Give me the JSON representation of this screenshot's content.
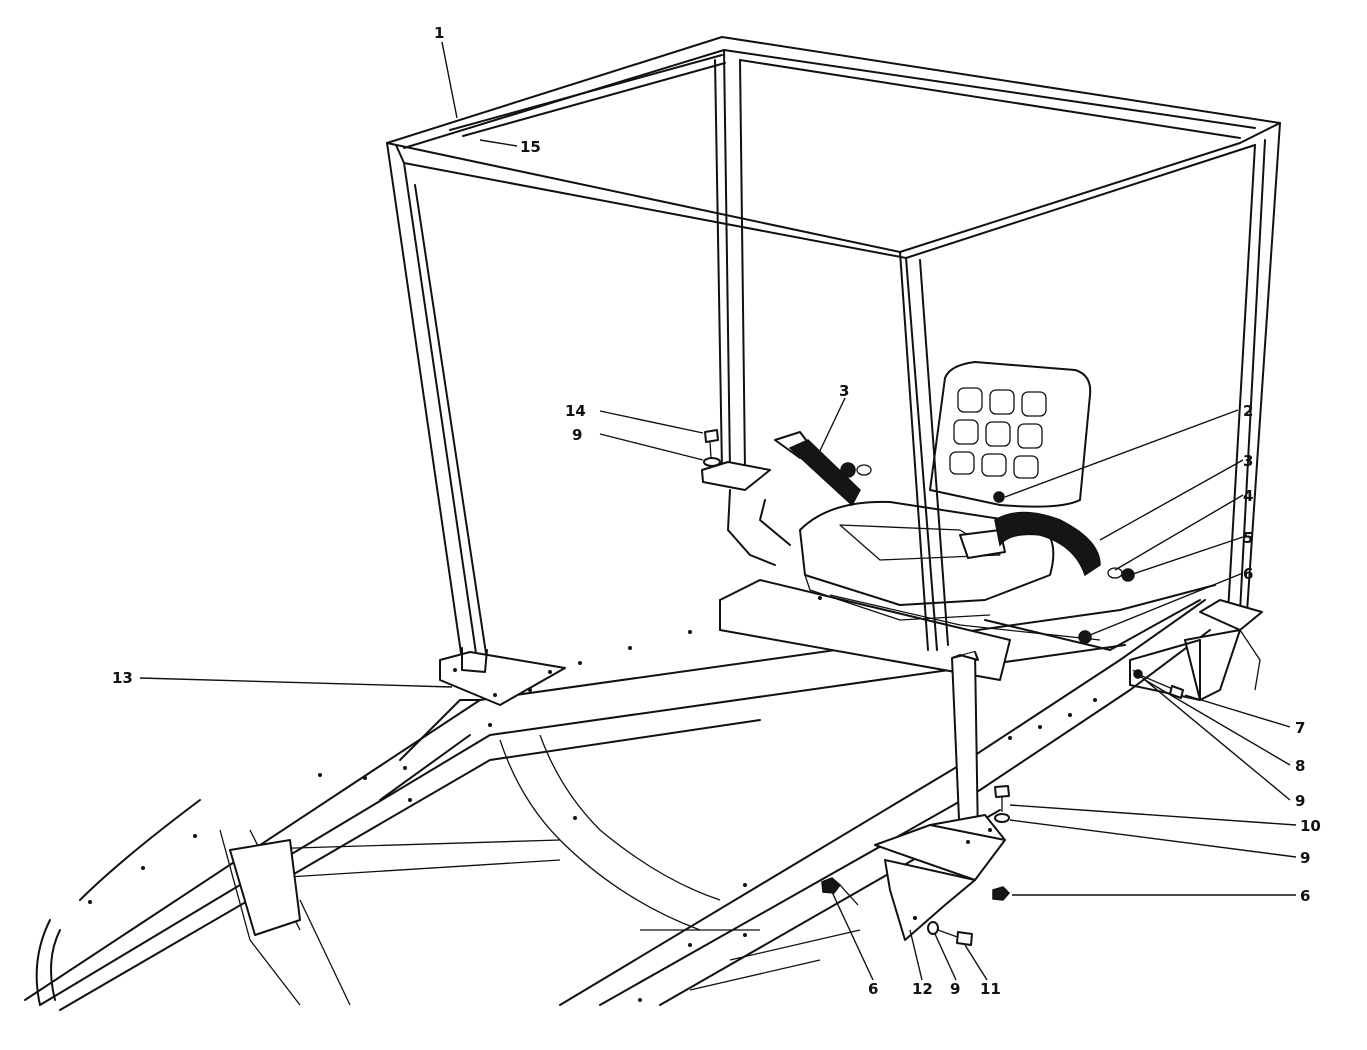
{
  "diagram": {
    "callouts": [
      {
        "id": "c1",
        "label": "1"
      },
      {
        "id": "c15",
        "label": "15"
      },
      {
        "id": "c14",
        "label": "14"
      },
      {
        "id": "c9a",
        "label": "9"
      },
      {
        "id": "c3a",
        "label": "3"
      },
      {
        "id": "c2",
        "label": "2"
      },
      {
        "id": "c3b",
        "label": "3"
      },
      {
        "id": "c4",
        "label": "4"
      },
      {
        "id": "c5",
        "label": "5"
      },
      {
        "id": "c6a",
        "label": "6"
      },
      {
        "id": "c13",
        "label": "13"
      },
      {
        "id": "c7",
        "label": "7"
      },
      {
        "id": "c8",
        "label": "8"
      },
      {
        "id": "c9b",
        "label": "9"
      },
      {
        "id": "c10",
        "label": "10"
      },
      {
        "id": "c9c",
        "label": "9"
      },
      {
        "id": "c6b",
        "label": "6"
      },
      {
        "id": "c6c",
        "label": "6"
      },
      {
        "id": "c12",
        "label": "12"
      },
      {
        "id": "c9d",
        "label": "9"
      },
      {
        "id": "c11",
        "label": "11"
      }
    ]
  }
}
